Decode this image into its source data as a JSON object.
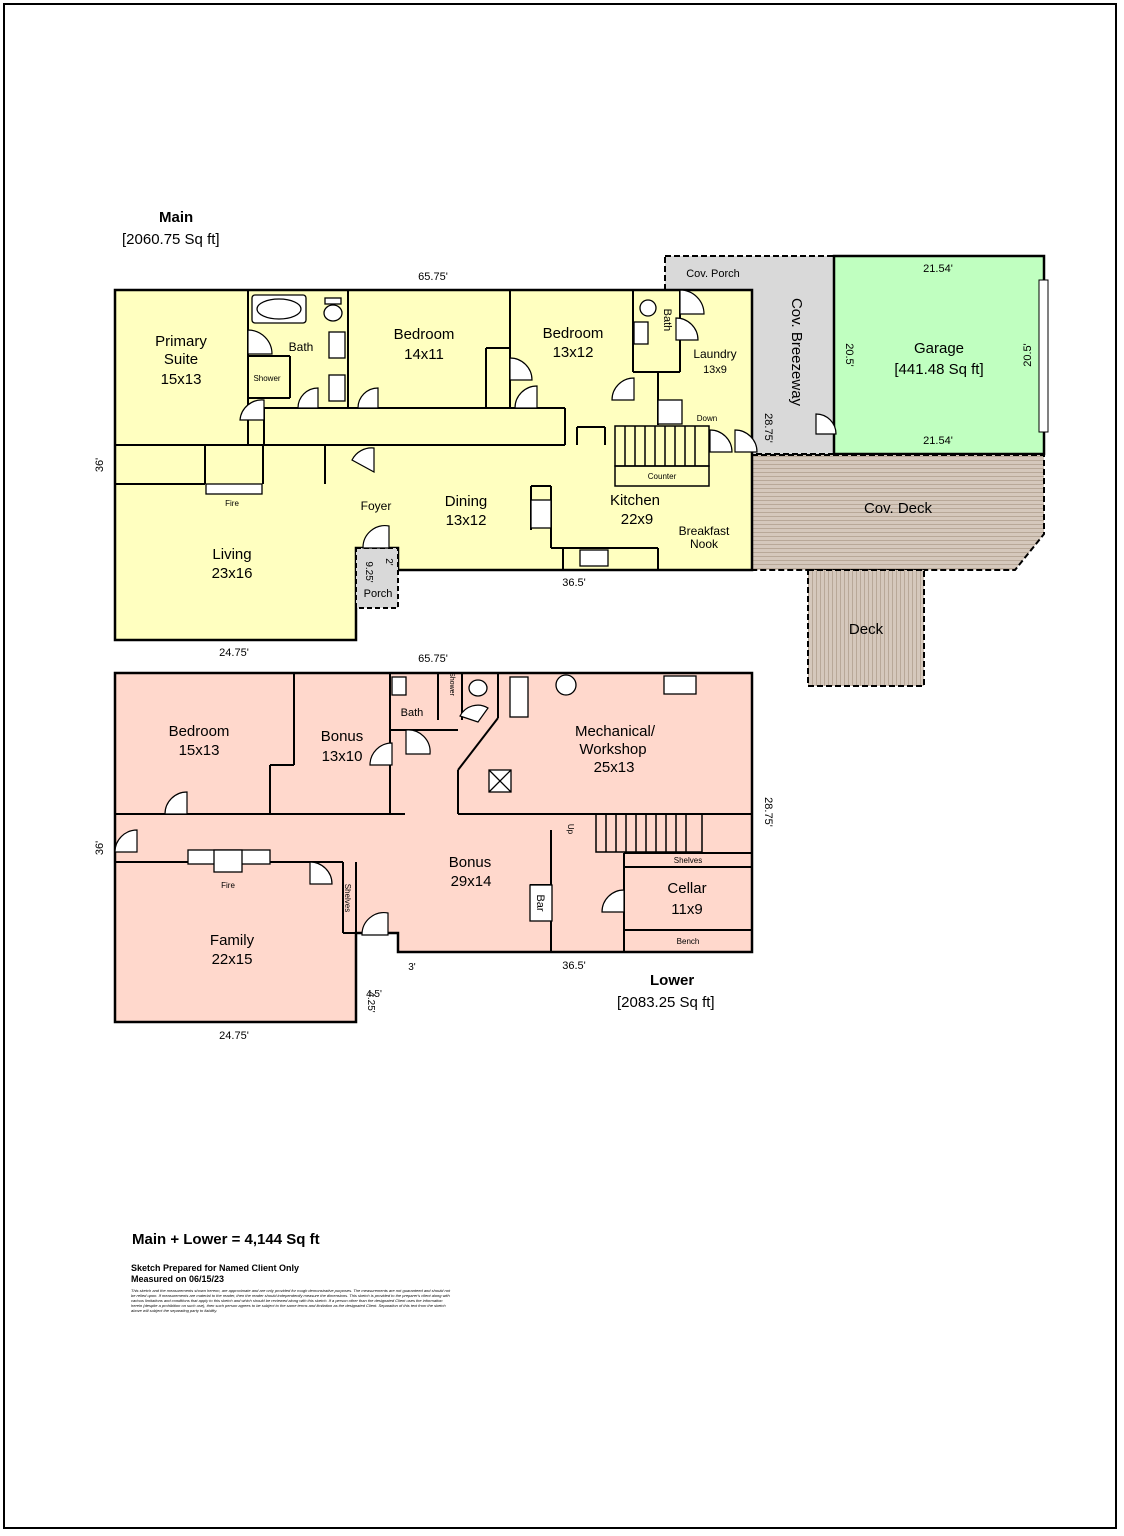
{
  "main": {
    "title": "Main",
    "area": "[2060.75 Sq ft]",
    "rooms": [
      {
        "name": "Primary Suite",
        "size": "15x13"
      },
      {
        "name": "Bath"
      },
      {
        "name": "Shower"
      },
      {
        "name": "Bedroom",
        "size": "14x11"
      },
      {
        "name": "Bedroom",
        "size": "13x12"
      },
      {
        "name": "Bath"
      },
      {
        "name": "Laundry",
        "size": "13x9"
      },
      {
        "name": "Down"
      },
      {
        "name": "Counter"
      },
      {
        "name": "Kitchen",
        "size": "22x9"
      },
      {
        "name": "Breakfast Nook"
      },
      {
        "name": "Dining",
        "size": "13x12"
      },
      {
        "name": "Foyer"
      },
      {
        "name": "Living",
        "size": "23x16"
      },
      {
        "name": "Fire"
      },
      {
        "name": "Porch"
      }
    ],
    "dims": {
      "top": "65.75'",
      "left": "36'",
      "right": "28.75'",
      "bottom_left": "24.75'",
      "bottom_mid": "36.5'",
      "porch_w": "2'",
      "porch_h": "9.25'"
    }
  },
  "garage": {
    "name": "Garage",
    "area": "[441.48 Sq ft]",
    "dims": {
      "top": "21.54'",
      "bottom": "21.54'",
      "left": "20.5'",
      "right": "20.5'"
    }
  },
  "outdoor": {
    "cov_porch": "Cov. Porch",
    "breezeway": "Cov. Breezeway",
    "cov_deck": "Cov. Deck",
    "deck": "Deck"
  },
  "lower": {
    "title": "Lower",
    "area": "[2083.25 Sq ft]",
    "rooms": [
      {
        "name": "Bedroom",
        "size": "15x13"
      },
      {
        "name": "Bonus",
        "size": "13x10"
      },
      {
        "name": "Bath"
      },
      {
        "name": "Shower"
      },
      {
        "name": "Mechanical/ Workshop",
        "size": "25x13"
      },
      {
        "name": "Up"
      },
      {
        "name": "Shelves"
      },
      {
        "name": "Cellar",
        "size": "11x9"
      },
      {
        "name": "Bench"
      },
      {
        "name": "Bonus",
        "size": "29x14"
      },
      {
        "name": "Bar"
      },
      {
        "name": "Shelves"
      },
      {
        "name": "Family",
        "size": "22x15"
      },
      {
        "name": "Fire"
      }
    ],
    "dims": {
      "top": "65.75'",
      "left": "36'",
      "right": "28.75'",
      "bottom_left": "24.75'",
      "bottom_mid": "36.5'",
      "step": "3'",
      "notch_w": "4.5'",
      "notch_h": "4.25'"
    }
  },
  "footer": {
    "total": "Main + Lower = 4,144 Sq ft",
    "prepared": "Sketch Prepared for Named Client Only",
    "measured": "Measured on 06/15/23",
    "disclaimer": "This sketch and the measurements shown hereon, are approximate and are only provided for rough demonstrative purposes. The measurements are not guaranteed and should not be relied upon. If measurements are material to the reader, then the reader should independently measure the dimensions. This sketch is provided to the preparer's client along with various limitations and conditions that apply to this sketch and which should be reviewed along with this sketch. If a person other than the designated Client uses the information herein (despite a prohibition on such use), then such person agrees to be subject to the same terms and limitation as the designated Client. Separation of this text from the sketch above will subject the separating party to liability."
  },
  "colors": {
    "main": "#FFFFC0",
    "garage": "#C0FFC0",
    "lower": "#FFD8CC",
    "porch": "#D9D9D9",
    "deck": "#D5C8BC"
  }
}
